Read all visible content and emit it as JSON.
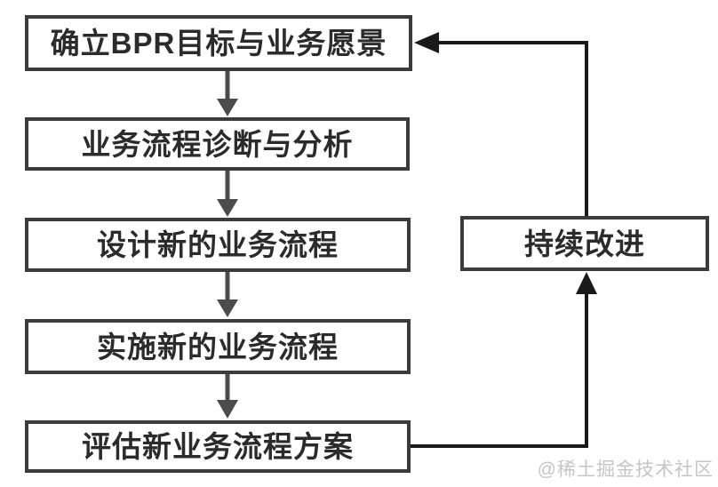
{
  "diagram": {
    "type": "flowchart",
    "topic": "BPR process cycle",
    "nodes": [
      {
        "id": "establish-goals",
        "label": "确立BPR目标与业务愿景"
      },
      {
        "id": "diagnose-analyze",
        "label": "业务流程诊断与分析"
      },
      {
        "id": "design-new-process",
        "label": "设计新的业务流程"
      },
      {
        "id": "implement-new-process",
        "label": "实施新的业务流程"
      },
      {
        "id": "evaluate-process-plan",
        "label": "评估新业务流程方案"
      },
      {
        "id": "continuous-improvement",
        "label": "持续改进"
      }
    ],
    "edges": [
      {
        "from": "establish-goals",
        "to": "diagnose-analyze",
        "style": "down-arrow"
      },
      {
        "from": "diagnose-analyze",
        "to": "design-new-process",
        "style": "down-arrow"
      },
      {
        "from": "design-new-process",
        "to": "implement-new-process",
        "style": "down-arrow"
      },
      {
        "from": "implement-new-process",
        "to": "evaluate-process-plan",
        "style": "down-arrow"
      },
      {
        "from": "evaluate-process-plan",
        "to": "continuous-improvement",
        "style": "right-then-up"
      },
      {
        "from": "continuous-improvement",
        "to": "establish-goals",
        "style": "up-then-left"
      }
    ],
    "colors": {
      "background": "#ffffff",
      "box_border": "#3b3b3b",
      "text": "#2b2b2b",
      "down_arrow": "#4c4c4c",
      "loop_line": "#1a1a1a",
      "watermark": "#c5c5c5"
    }
  },
  "watermark": {
    "text": "@稀土掘金技术社区"
  }
}
